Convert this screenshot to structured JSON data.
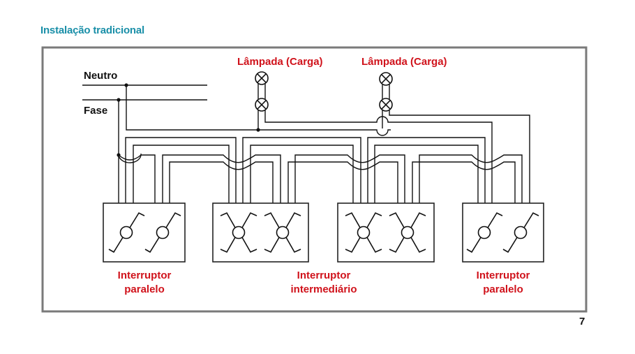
{
  "header": {
    "title": "Instalação tradicional"
  },
  "page": {
    "number": "7"
  },
  "diagram": {
    "supply": {
      "neutral_label": "Neutro",
      "phase_label": "Fase"
    },
    "lamps": [
      {
        "label": "Lâmpada (Carga)",
        "bulbs": 2
      },
      {
        "label": "Lâmpada (Carga)",
        "bulbs": 2
      }
    ],
    "switches": [
      {
        "label_line1": "Interruptor",
        "label_line2": "paralelo",
        "type": "paralelo",
        "contacts": 2
      },
      {
        "label_line1": "Interruptor",
        "label_line2": "intermediário",
        "type": "intermediario",
        "contacts": 2
      },
      {
        "label_line1": "",
        "label_line2": "",
        "type": "intermediario",
        "contacts": 2
      },
      {
        "label_line1": "Interruptor",
        "label_line2": "paralelo",
        "type": "paralelo",
        "contacts": 2
      }
    ],
    "colors": {
      "title": "#1a8fa8",
      "labels": "#d0121b",
      "frame": "#7a7a7a",
      "wire": "#111111"
    }
  }
}
